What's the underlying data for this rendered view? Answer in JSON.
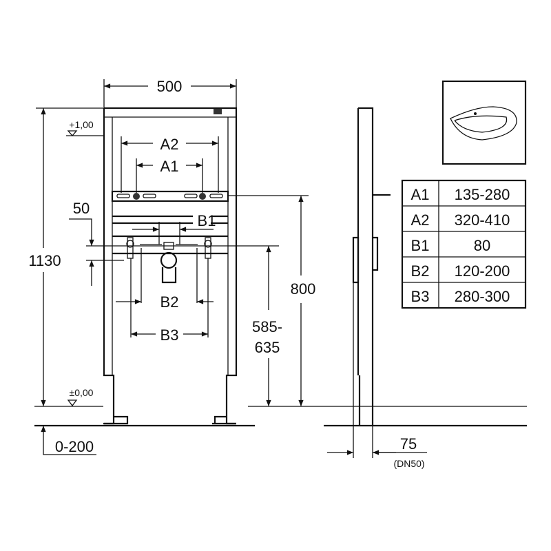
{
  "dimensions": {
    "width": "500",
    "height": "1130",
    "level_top": "+1,00",
    "level_zero": "±0,00",
    "floor_adjust": "0-200",
    "offset": "50",
    "outlet_height": "800",
    "drain_height_a": "585-",
    "drain_height_b": "635",
    "depth": "75",
    "depth_note": "(DN50)"
  },
  "labels": {
    "a1": "A1",
    "a2": "A2",
    "b1": "B1",
    "b2": "B2",
    "b3": "B3"
  },
  "table": [
    {
      "key": "A1",
      "value": "135-280"
    },
    {
      "key": "A2",
      "value": "320-410"
    },
    {
      "key": "B1",
      "value": "80"
    },
    {
      "key": "B2",
      "value": "120-200"
    },
    {
      "key": "B3",
      "value": "280-300"
    }
  ]
}
